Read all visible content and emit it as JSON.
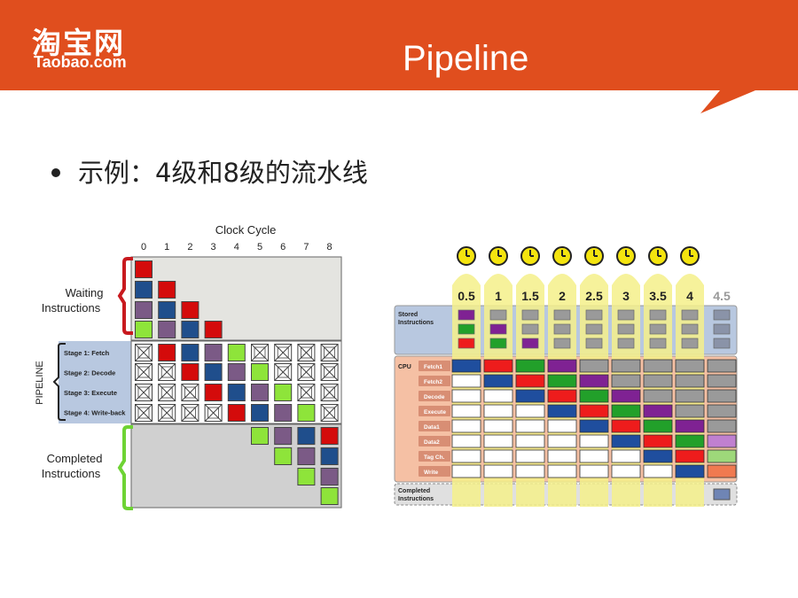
{
  "header": {
    "logo_cn": "淘宝网",
    "logo_en": "Taobao.com",
    "title": "Pipeline",
    "color": "#e04e1e"
  },
  "bullet": {
    "text": "示例：4级和8级的流水线"
  },
  "left_figure": {
    "clock_label": "Clock Cycle",
    "cycles": [
      "0",
      "1",
      "2",
      "3",
      "4",
      "5",
      "6",
      "7",
      "8"
    ],
    "waiting_label_1": "Waiting",
    "waiting_label_2": "Instructions",
    "pipeline_label": "PIPELINE",
    "stages": [
      "Stage 1: Fetch",
      "Stage 2: Decode",
      "Stage 3: Execute",
      "Stage 4: Write-back"
    ],
    "completed_label_1": "Completed",
    "completed_label_2": "Instructions",
    "instruction_colors": [
      "#d40b0b",
      "#1f4e8c",
      "#7b5a86",
      "#8ee43a"
    ]
  },
  "right_figure": {
    "cycles": [
      "0.5",
      "1",
      "1.5",
      "2",
      "2.5",
      "3",
      "3.5",
      "4",
      "4.5"
    ],
    "stored_label_1": "Stored",
    "stored_label_2": "Instructions",
    "cpu_label": "CPU",
    "stages": [
      "Fetch1",
      "Fetch2",
      "Decode",
      "Execute",
      "Data1",
      "Data2",
      "Tag Ch.",
      "Write"
    ],
    "completed_label_1": "Completed",
    "completed_label_2": "Instructions",
    "instruction_colors": [
      "#1f4e9e",
      "#ee1c1c",
      "#22a02a",
      "#7f2293"
    ]
  }
}
